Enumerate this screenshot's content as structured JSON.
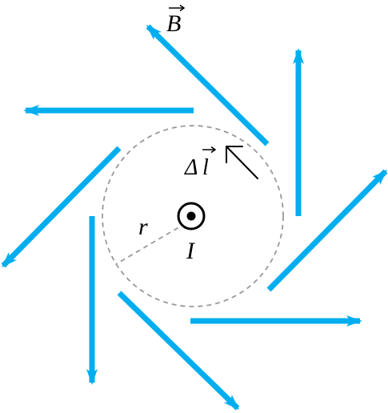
{
  "labels": {
    "field": "B",
    "element_delta": "Δ",
    "element_symbol": "l",
    "radius": "r",
    "current": "I"
  },
  "colors": {
    "field_arrow": "#00AEEF",
    "circle": "#999999",
    "ink": "#000000"
  },
  "icons": {
    "current_symbol": "dot-in-circle-icon",
    "vector_marker": "arrow-over-icon"
  }
}
